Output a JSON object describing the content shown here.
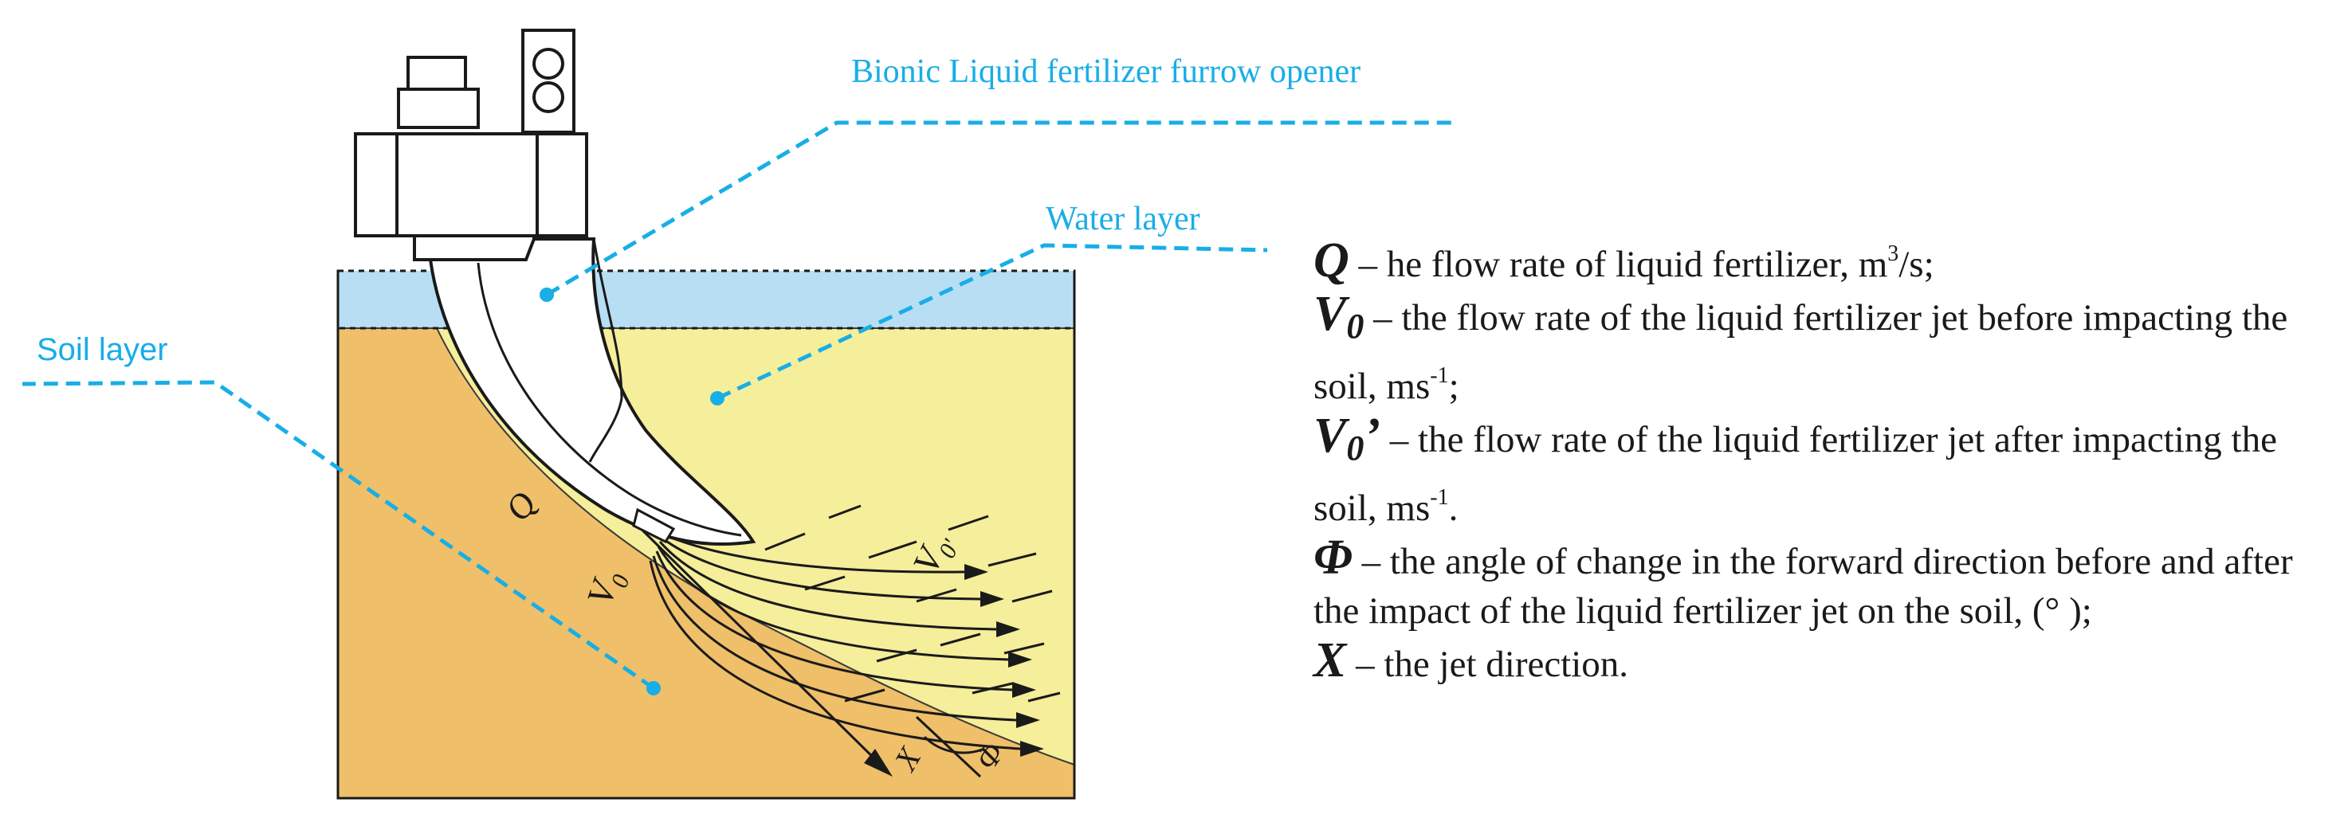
{
  "labels": {
    "opener": "Bionic Liquid fertilizer furrow opener",
    "water": "Water layer",
    "soil": "Soil layer"
  },
  "glyphs": {
    "q": "Q",
    "v0": "V",
    "v0_sub": "0",
    "v0p": "V",
    "v0p_sub": "0'",
    "x": "X",
    "phi": "Φ"
  },
  "legend": {
    "q": {
      "symbol": "Q",
      "text": " – he flow rate of liquid fertilizer, m",
      "sup": "3",
      "tail": "/s;"
    },
    "v0": {
      "symbol": "V",
      "sub": "0",
      "text": " – the flow rate of the liquid fertilizer jet before impacting the soil, ms",
      "sup": "-1",
      "tail": ";"
    },
    "v0p": {
      "symbol": "V",
      "sub": "0",
      "prime": "’",
      "text": " – the flow rate of the liquid fertilizer jet after impacting the soil, ms",
      "sup": "-1",
      "tail": "."
    },
    "phi": {
      "symbol": "Φ",
      "text": " – the angle of change in the forward direction before and after the impact of the liquid fertilizer jet on the soil, (°  );"
    },
    "x": {
      "symbol": "X",
      "text": " – the jet direction."
    }
  },
  "colors": {
    "callout": "#18aee6",
    "water": "#b8def4",
    "upper_soil": "#f5ee9a",
    "lower_soil": "#efbf69",
    "outline": "#1a1a1a"
  }
}
